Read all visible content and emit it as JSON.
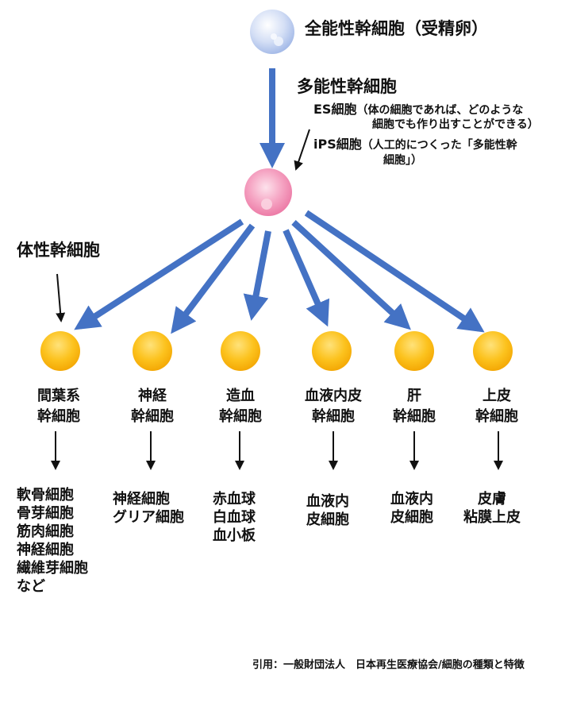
{
  "totipotent": {
    "label": "全能性幹細胞（受精卵）"
  },
  "pluripotent": {
    "label": "多能性幹細胞",
    "es": {
      "name": "ES細胞",
      "desc_line1": "（体の細胞であれば、どのような",
      "desc_line2": "細胞でも作り出すことができる）"
    },
    "ips": {
      "name": "iPS細胞",
      "desc_line1": "（人工的につくった「多能性幹",
      "desc_line2": "細胞」）"
    }
  },
  "somatic": {
    "label": "体性幹細胞"
  },
  "stem_cells": [
    {
      "name": [
        "間葉系",
        "幹細胞"
      ],
      "outputs": [
        "軟骨細胞",
        "骨芽細胞",
        "筋肉細胞",
        "神経細胞",
        "繊維芽細胞",
        "など"
      ]
    },
    {
      "name": [
        "神経",
        "幹細胞"
      ],
      "outputs": [
        "神経細胞",
        "グリア細胞"
      ]
    },
    {
      "name": [
        "造血",
        "幹細胞"
      ],
      "outputs": [
        "赤血球",
        "白血球",
        "血小板"
      ]
    },
    {
      "name": [
        "血液内皮",
        "幹細胞"
      ],
      "outputs": [
        "血液内",
        "皮細胞"
      ]
    },
    {
      "name": [
        "肝",
        "幹細胞"
      ],
      "outputs": [
        "血液内",
        "皮細胞"
      ]
    },
    {
      "name": [
        "上皮",
        "幹細胞"
      ],
      "outputs": [
        "皮膚",
        "粘膜上皮"
      ]
    }
  ],
  "citation": "引用：一般財団法人　日本再生医療協会/細胞の種類と特徴",
  "colors": {
    "arrow": "#4472c4",
    "stem_cell": "#fbbf1c",
    "pluripotent": "#f07aa6",
    "totipotent": "#b5c8ee"
  }
}
